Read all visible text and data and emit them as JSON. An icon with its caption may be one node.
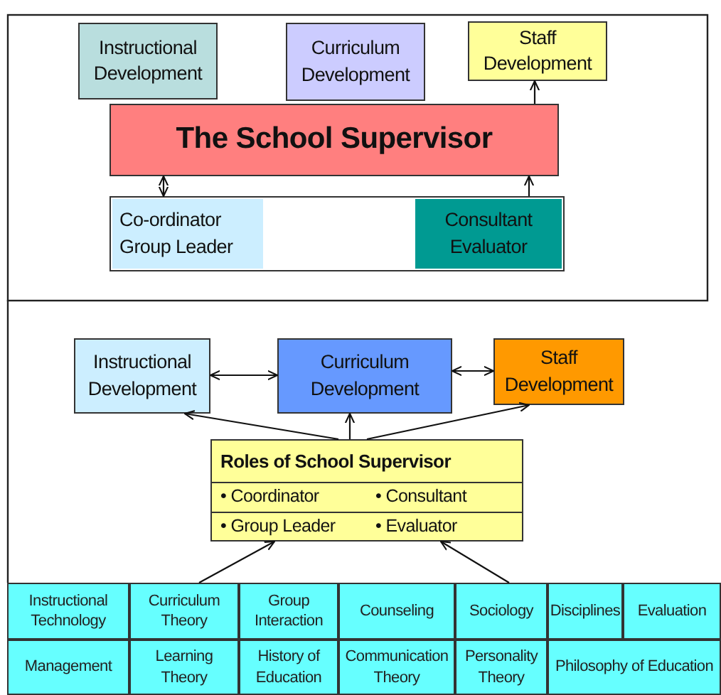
{
  "diagram": {
    "nodes": [
      {
        "text": [
          "Instructional Development"
        ]
      },
      {
        "text": [
          "Curriculum Development"
        ]
      },
      {
        "text": [
          "Staff Development"
        ]
      },
      {
        "text": [
          "The School Supervisor"
        ]
      },
      {
        "text": [],
        "shape": "box"
      },
      {
        "text": [
          "Co-ordinator Group Leader"
        ],
        "in": 4
      },
      {
        "text": [
          "Consultant Evaluator"
        ],
        "in": 4
      },
      {
        "text": [
          "Instructional Development"
        ]
      },
      {
        "text": [
          "Curriculum Development"
        ]
      },
      {
        "text": [
          "Staff Development"
        ]
      },
      {
        "text": [
          "Roles of School Supervisor",
          "• Coordinator",
          "• Consultant",
          "• Group Leader",
          "• Evaluator"
        ]
      },
      {
        "text": [
          "Instructional Technology"
        ]
      },
      {
        "text": [
          "Curriculum Theory"
        ]
      },
      {
        "text": [
          "Group Interaction"
        ]
      },
      {
        "text": [
          "Counseling"
        ]
      },
      {
        "text": [
          "Sociology"
        ]
      },
      {
        "text": [
          "Disciplines"
        ]
      },
      {
        "text": [
          "Evaluation"
        ]
      },
      {
        "text": [
          "Management"
        ]
      },
      {
        "text": [
          "Learning Theory"
        ]
      },
      {
        "text": [
          "History of Education"
        ]
      },
      {
        "text": [
          "Communication Theory"
        ]
      },
      {
        "text": [
          "Personality Theory"
        ]
      },
      {
        "text": [
          "Philosophy of Education"
        ]
      }
    ],
    "edges": [
      {
        "from": 3,
        "to": 2,
        "arrow": "to"
      },
      {
        "from": 3,
        "to": 4,
        "arrow": "both"
      },
      {
        "from": 4,
        "to": 3,
        "arrow": "to"
      },
      {
        "from": 7,
        "to": 8,
        "arrow": "both"
      },
      {
        "from": 8,
        "to": 9,
        "arrow": "both"
      },
      {
        "from": 10,
        "to": 7,
        "arrow": "to"
      },
      {
        "from": 10,
        "to": 8,
        "arrow": "to"
      },
      {
        "from": 10,
        "to": 9,
        "arrow": "to"
      },
      {
        "from": 12,
        "to": 10,
        "arrow": "to"
      },
      {
        "from": 15,
        "to": 10,
        "arrow": "to"
      }
    ]
  }
}
